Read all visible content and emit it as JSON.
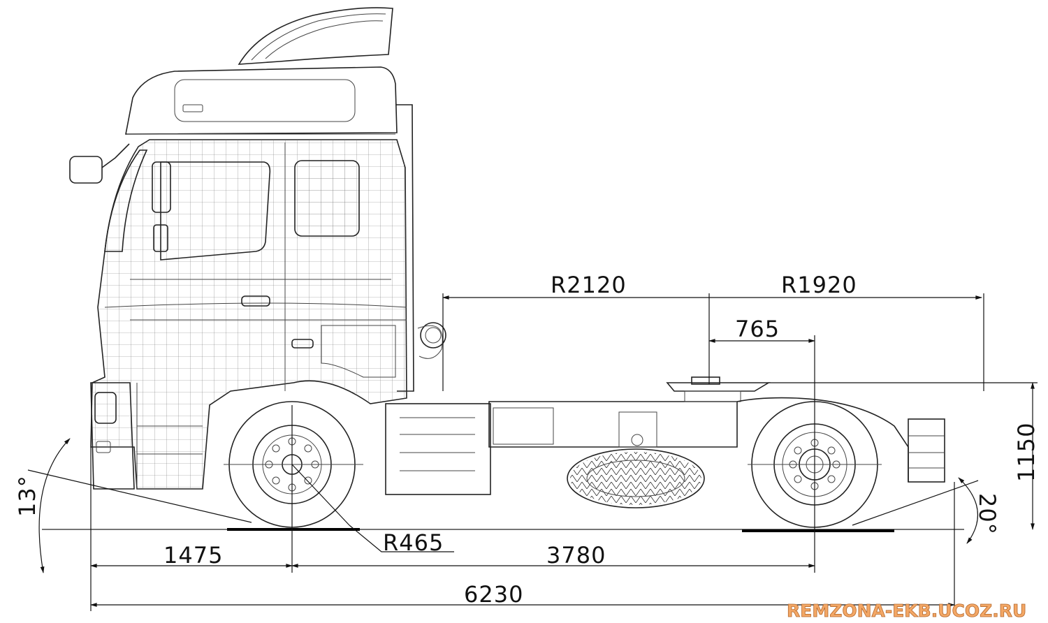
{
  "dimensions": {
    "front_overhang": "1475",
    "wheelbase": "3780",
    "overall_length": "6230",
    "height_fifth_wheel": "1150",
    "approach_angle": "13°",
    "departure_angle": "20°",
    "wheel_radius": "R465",
    "front_swing_radius": "R2120",
    "rear_swing_radius": "R1920",
    "fifth_wheel_offset": "765"
  },
  "watermark": "REMZONA-EKB.UCOZ.RU",
  "colors": {
    "line": "#222222",
    "watermark_fill": "#f3a765",
    "watermark_stroke": "#b5682d"
  }
}
